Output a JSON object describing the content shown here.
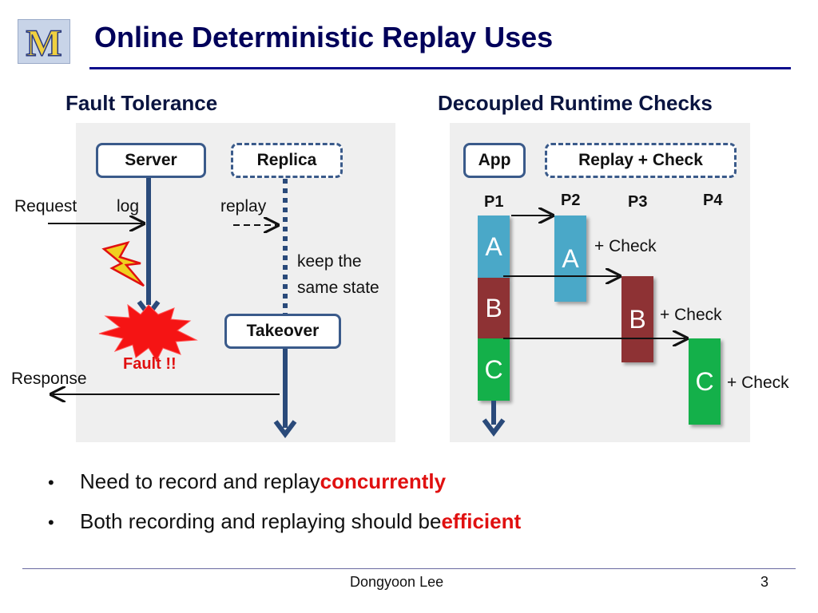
{
  "slide": {
    "title": "Online Deterministic Replay Uses",
    "logo_letter": "M",
    "footer_author": "Dongyoon Lee",
    "page_number": "3"
  },
  "left": {
    "heading": "Fault Tolerance",
    "server": "Server",
    "replica": "Replica",
    "request": "Request",
    "log": "log",
    "replay": "replay",
    "keep_line1": "keep the",
    "keep_line2": "same state",
    "takeover": "Takeover",
    "fault": "Fault !!",
    "response": "Response"
  },
  "right": {
    "heading": "Decoupled Runtime Checks",
    "app": "App",
    "replay_check": "Replay  + Check",
    "p1": "P1",
    "p2": "P2",
    "p3": "P3",
    "p4": "P4",
    "p1_a": "A",
    "p1_b": "B",
    "p1_c": "C",
    "p2_a": "A",
    "p3_b": "B",
    "p4_c": "C",
    "check_a": "+ Check",
    "check_b": "+ Check",
    "check_c": "+ Check"
  },
  "bullets": [
    {
      "text": "Need to record and replay ",
      "emphasis": "concurrently"
    },
    {
      "text": "Both recording and replaying should be ",
      "emphasis": "efficient"
    }
  ],
  "colors": {
    "block_a": "#4aa8c8",
    "block_b": "#8e3234",
    "block_c": "#14b04a",
    "emphasis": "#e01010",
    "arrow": "#1f3a6a"
  }
}
